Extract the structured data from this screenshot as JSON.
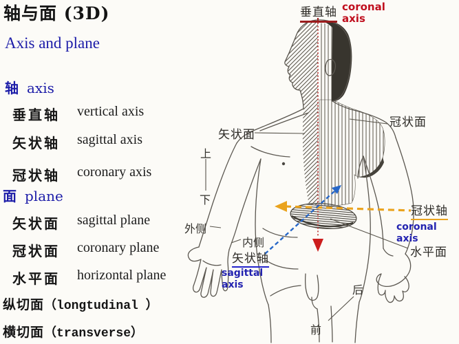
{
  "slide": {
    "title_cn": "轴与面 (3D)",
    "subtitle_en": "Axis and plane"
  },
  "left": {
    "axis_heading": {
      "cn": "轴",
      "en": "axis"
    },
    "axis_rows": [
      {
        "cn": "垂直轴",
        "en": "vertical axis"
      },
      {
        "cn": "矢状轴",
        "en": "sagittal axis"
      },
      {
        "cn": "冠状轴",
        "en": "coronary axis"
      }
    ],
    "plane_heading": {
      "cn": "面",
      "en": "plane"
    },
    "plane_rows": [
      {
        "cn": "矢状面",
        "en": "sagittal plane"
      },
      {
        "cn": "冠状面",
        "en": "coronary plane"
      },
      {
        "cn": "水平面",
        "en": "horizontal plane"
      }
    ],
    "extra_rows": [
      {
        "cn": "纵切面",
        "en": "（longtudinal ）"
      },
      {
        "cn": "横切面",
        "en": "（transverse）"
      }
    ]
  },
  "figure": {
    "vertical_axis_cn": "垂直轴",
    "top_red_label": "coronal axis",
    "sagittal_plane_cn": "矢状面",
    "coronal_plane_cn": "冠状面",
    "direction_up": "上",
    "direction_down": "下",
    "lateral_cn": "外侧",
    "medial_cn": "内侧",
    "sagittal_axis_cn": "矢状轴",
    "sagittal_axis_en": "sagittal axis",
    "coronal_axis_cn": "冠状轴",
    "coronal_axis_en": "coronal axis",
    "horizontal_plane_cn": "水平面",
    "posterior_cn": "后",
    "anterior_cn": "前"
  },
  "colors": {
    "text_black": "#141414",
    "text_blue": "#1c1ca8",
    "label_red": "#c00f1e",
    "label_blue_bold": "#2323b0",
    "underline_dark_red": "#9b1c1c",
    "underline_blue": "#2222cc",
    "axis_orange": "#eaa31e",
    "axis_blue": "#2767c8",
    "axis_red": "#cc1d1d",
    "sketch_line": "#5b5750"
  }
}
